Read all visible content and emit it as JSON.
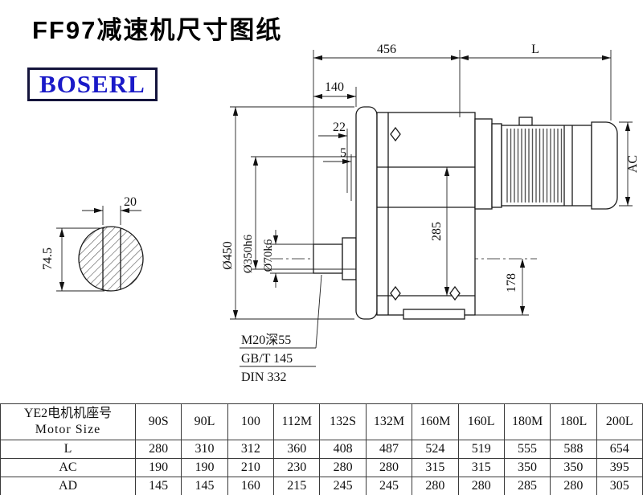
{
  "page": {
    "title": "FF97减速机尺寸图纸",
    "logo_text": "BOSERL"
  },
  "drawing": {
    "dim_456": "456",
    "dim_L": "L",
    "dim_140": "140",
    "dim_22": "22",
    "dim_5": "5",
    "dim_AC": "AC",
    "dim_285": "285",
    "dim_178": "178",
    "dia_450": "Ø450",
    "dia_350": "Ø350h6",
    "dia_70": "Ø70k6",
    "key_width": "20",
    "key_height": "74.5",
    "note_thread": "M20深55",
    "note_gb": "GB/T 145",
    "note_din": "DIN 332"
  },
  "table": {
    "header_cn": "YE2电机机座号",
    "header_en": "Motor Size",
    "columns": [
      "90S",
      "90L",
      "100",
      "112M",
      "132S",
      "132M",
      "160M",
      "160L",
      "180M",
      "180L",
      "200L"
    ],
    "rows": [
      {
        "label": "L",
        "values": [
          "280",
          "310",
          "312",
          "360",
          "408",
          "487",
          "524",
          "519",
          "555",
          "588",
          "654"
        ]
      },
      {
        "label": "AC",
        "values": [
          "190",
          "190",
          "210",
          "230",
          "280",
          "280",
          "315",
          "315",
          "350",
          "350",
          "395"
        ]
      },
      {
        "label": "AD",
        "values": [
          "145",
          "145",
          "160",
          "215",
          "245",
          "245",
          "280",
          "280",
          "285",
          "280",
          "305"
        ]
      }
    ]
  }
}
